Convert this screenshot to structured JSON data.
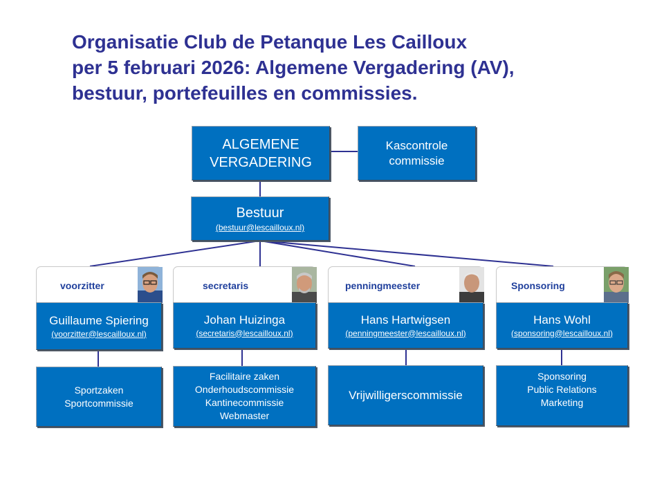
{
  "title": {
    "line1": "Organisatie Club de Petanque Les Cailloux",
    "line2": "per 5 februari 2026: Algemene Vergadering (AV),",
    "line3": "bestuur, portefeuilles en commissies."
  },
  "av": {
    "line1": "ALGEMENE",
    "line2": "VERGADERING"
  },
  "kascontrole": {
    "line1": "Kascontrole",
    "line2": "commissie"
  },
  "bestuur": {
    "label": "Bestuur",
    "email": "(bestuur@lescailloux.nl)"
  },
  "members": [
    {
      "role": "voorzitter",
      "name": "Guillaume Spiering",
      "email": "(voorzitter@lescailloux.nl)",
      "commission": [
        "Sportzaken",
        "Sportcommissie"
      ],
      "portrait": "portrait-voorzitter"
    },
    {
      "role": "secretaris",
      "name": "Johan Huizinga",
      "email": "(secretaris@lescailloux.nl)",
      "commission": [
        "Facilitaire zaken",
        "Onderhoudscommissie",
        "Kantinecommissie",
        "Webmaster"
      ],
      "portrait": "portrait-secretaris"
    },
    {
      "role": "penningmeester",
      "name": "Hans Hartwigsen",
      "email": "(penningmeester@lescailloux.nl)",
      "commission": [
        "Vrijwilligerscommissie"
      ],
      "portrait": "portrait-penningmeester"
    },
    {
      "role": "Sponsoring",
      "name": "Hans Wohl",
      "email": "(sponsoring@lescailloux.nl)",
      "commission": [
        "Sponsoring",
        "Public Relations",
        "Marketing"
      ],
      "portrait": "portrait-sponsoring"
    }
  ],
  "colors": {
    "title": "#2e3192",
    "box": "#0070c0",
    "role": "#1f3f9c",
    "connector": "#2e3192"
  }
}
